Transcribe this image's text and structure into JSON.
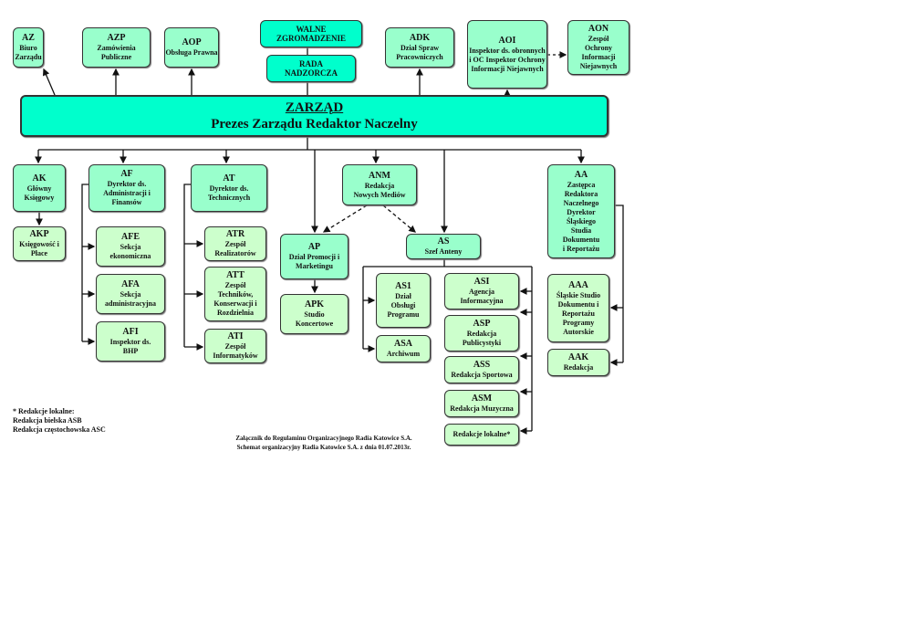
{
  "top_units": {
    "az": {
      "code": "AZ",
      "name": "Biuro Zarządu"
    },
    "azp": {
      "code": "AZP",
      "name": "Zamówienia Publiczne"
    },
    "aop": {
      "code": "AOP",
      "name": "Obsługa Prawna"
    },
    "walne": {
      "name": "WALNE ZGROMADZENIE"
    },
    "rada": {
      "name": "RADA NADZORCZA"
    },
    "adk": {
      "code": "ADK",
      "name": "Dział Spraw Pracowniczych"
    },
    "aoi": {
      "code": "AOI",
      "name": "Inspektor ds. obronnych i OC Inspektor Ochrony Informacji Niejawnych"
    },
    "aon": {
      "code": "AON",
      "name": "Zespół Ochrony Informacji Niejawnych"
    }
  },
  "zarzad": {
    "title": "ZARZĄD",
    "subtitle": "Prezes Zarządu Redaktor Naczelny"
  },
  "units": {
    "ak": {
      "code": "AK",
      "name": "Główny Księgowy"
    },
    "akp": {
      "code": "AKP",
      "name": "Księgowość i Płace"
    },
    "af": {
      "code": "AF",
      "name": "Dyrektor ds. Administracji i Finansów"
    },
    "afe": {
      "code": "AFE",
      "name": "Sekcja ekonomiczna"
    },
    "afa": {
      "code": "AFA",
      "name": "Sekcja administracyjna"
    },
    "afi": {
      "code": "AFI",
      "name": "Inspektor ds. BHP"
    },
    "at": {
      "code": "AT",
      "name": "Dyrektor ds. Technicznych"
    },
    "atr": {
      "code": "ATR",
      "name": "Zespół Realizatorów"
    },
    "att": {
      "code": "ATT",
      "name": "Zespół Techników, Konserwacji i Rozdzielnia"
    },
    "ati": {
      "code": "ATI",
      "name": "Zespół Informatyków"
    },
    "anm": {
      "code": "ANM",
      "name": "Redakcja Nowych Mediów"
    },
    "ap": {
      "code": "AP",
      "name": "Dział Promocji i Marketingu"
    },
    "apk": {
      "code": "APK",
      "name": "Studio Koncertowe"
    },
    "as": {
      "code": "AS",
      "name": "Szef Anteny"
    },
    "as1": {
      "code": "AS1",
      "name": "Dział Obsługi Programu"
    },
    "asa": {
      "code": "ASA",
      "name": "Archiwum"
    },
    "asi": {
      "code": "ASI",
      "name": "Agencja Informacyjna"
    },
    "asp": {
      "code": "ASP",
      "name": "Redakcja Publicystyki"
    },
    "ass": {
      "code": "ASS",
      "name": "Redakcja Sportowa"
    },
    "asm": {
      "code": "ASM",
      "name": "Redakcja Muzyczna"
    },
    "rl": {
      "name": "Redakcje lokalne*"
    },
    "aa": {
      "code": "AA",
      "name": "Zastępca Redaktora Naczelnego Dyrektor Śląskiego Studia Dokumentu i Reportażu"
    },
    "aaa": {
      "code": "AAA",
      "name": "Śląskie Studio Dokumentu i Reportażu Programy Autorskie"
    },
    "aak": {
      "code": "AAK",
      "name": "Redakcja"
    }
  },
  "notes": {
    "local_title": "* Redakcje lokalne:",
    "local_1": "Redakcja bielska ASB",
    "local_2": "Redakcja częstochowska ASC",
    "footer_1": "Załącznik do Regulaminu Organizacyjnego Radia Katowice S.A.",
    "footer_2": "Schemat organizacyjny Radia Katowice S.A. z dnia 01.07.2013r."
  }
}
